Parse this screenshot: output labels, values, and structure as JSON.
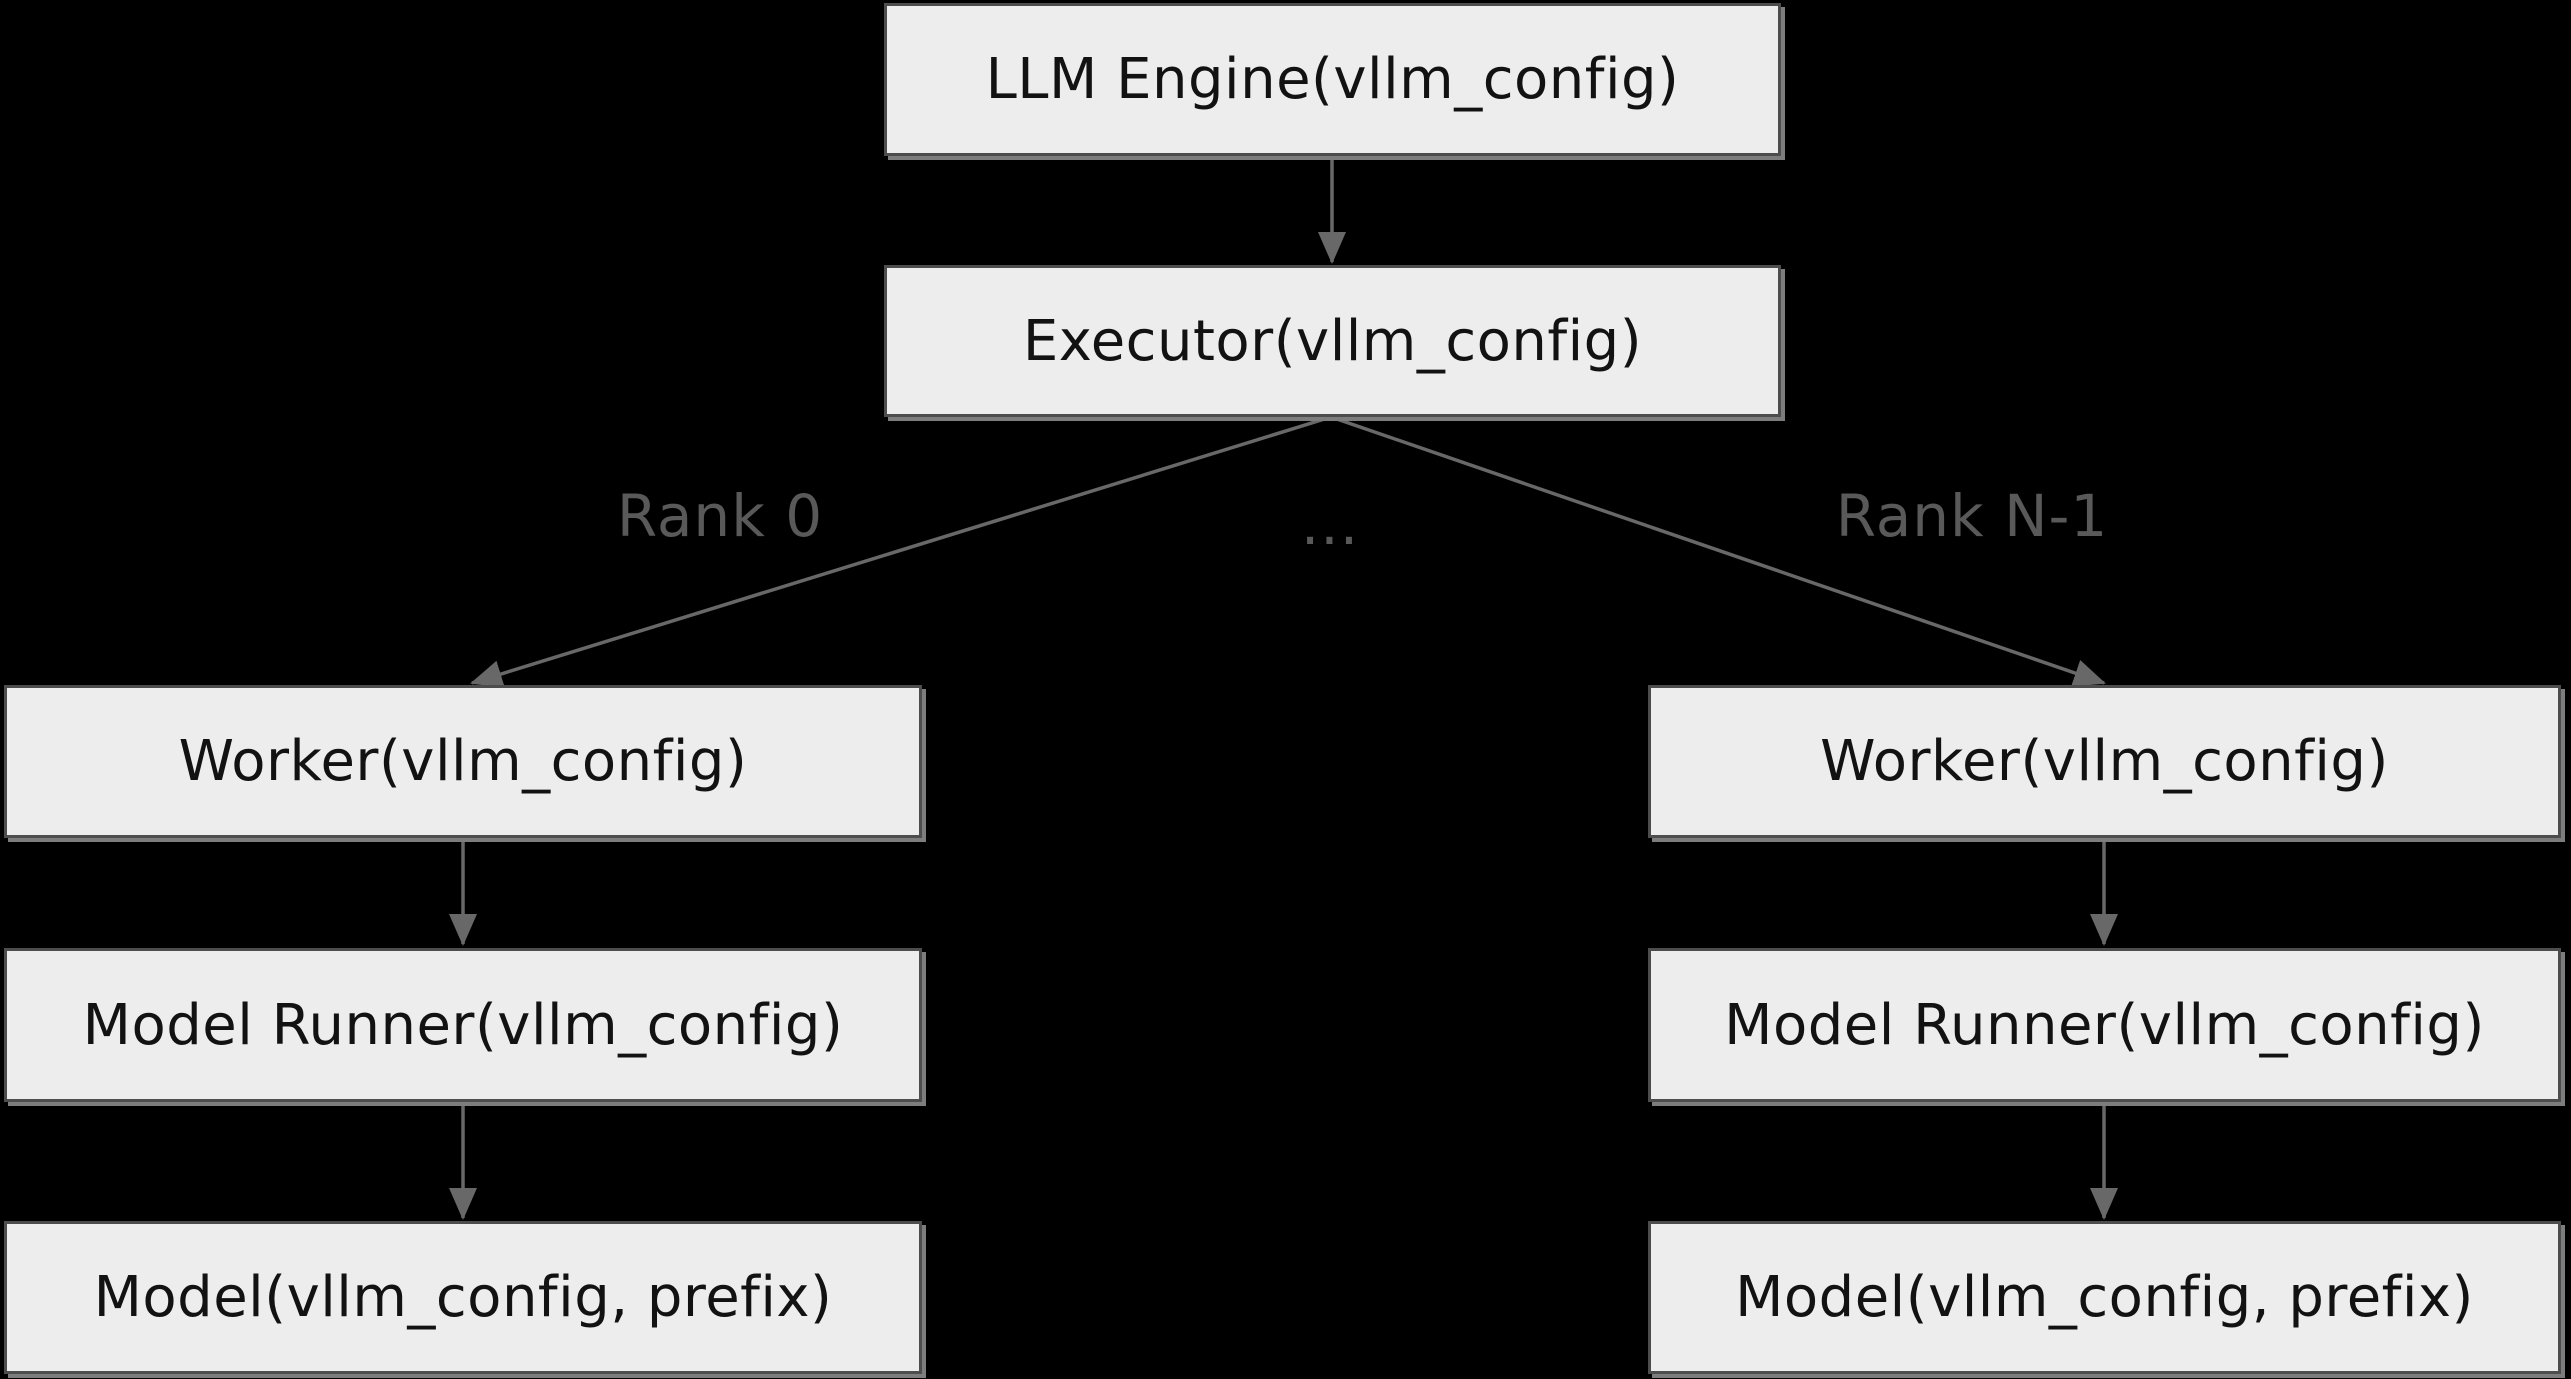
{
  "diagram": {
    "type": "flowchart",
    "direction": "top-down",
    "nodes": {
      "llm_engine": "LLM Engine(vllm_config)",
      "executor": "Executor(vllm_config)",
      "worker_left": "Worker(vllm_config)",
      "worker_right": "Worker(vllm_config)",
      "model_runner_left": "Model Runner(vllm_config)",
      "model_runner_right": "Model Runner(vllm_config)",
      "model_left": "Model(vllm_config, prefix)",
      "model_right": "Model(vllm_config, prefix)"
    },
    "edge_labels": {
      "rank_0": "Rank 0",
      "ellipsis": "...",
      "rank_n": "Rank N-1"
    },
    "edges": [
      {
        "from": "llm_engine",
        "to": "executor",
        "label": ""
      },
      {
        "from": "executor",
        "to": "worker_left",
        "label": "Rank 0"
      },
      {
        "from": "executor",
        "to": "worker_right",
        "label": "Rank N-1"
      },
      {
        "from": "worker_left",
        "to": "model_runner_left",
        "label": ""
      },
      {
        "from": "model_runner_left",
        "to": "model_left",
        "label": ""
      },
      {
        "from": "worker_right",
        "to": "model_runner_right",
        "label": ""
      },
      {
        "from": "model_runner_right",
        "to": "model_right",
        "label": ""
      }
    ],
    "colors": {
      "background": "#000000",
      "node_fill": "#ededed",
      "node_border": "#4d4d4d",
      "node_text": "#121212",
      "edge": "#686868",
      "edge_label": "#595959",
      "node_shadow": "#7d7d7d"
    }
  }
}
